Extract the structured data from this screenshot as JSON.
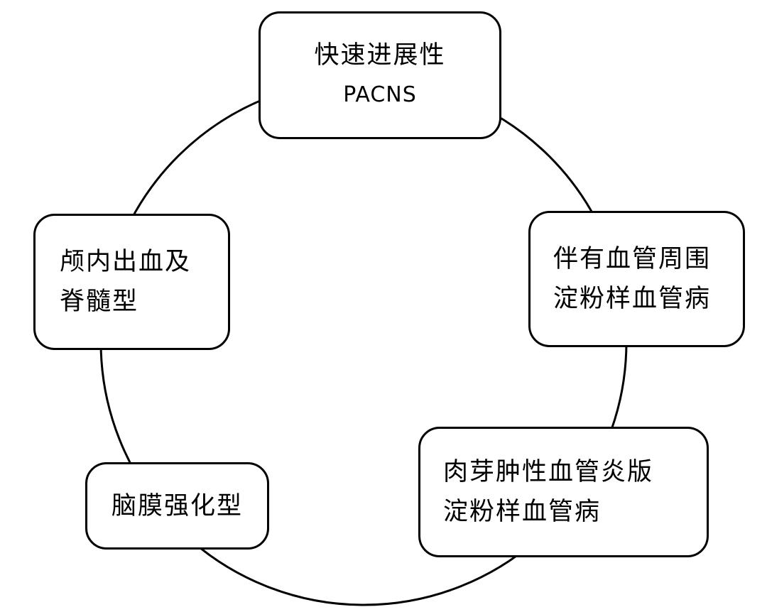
{
  "diagram": {
    "nodes": [
      {
        "id": "top",
        "lines": [
          "快速进展性",
          "PACNS"
        ]
      },
      {
        "id": "right",
        "lines": [
          "伴有血管周围",
          "淀粉样血管病"
        ]
      },
      {
        "id": "bottom-right",
        "lines": [
          "肉芽肿性血管炎版",
          "淀粉样血管病"
        ]
      },
      {
        "id": "bottom-left",
        "lines": [
          "脑膜强化型"
        ]
      },
      {
        "id": "left",
        "lines": [
          "颅内出血及",
          "脊髓型"
        ]
      }
    ],
    "colors": {
      "stroke": "#000000",
      "fill": "#ffffff",
      "text": "#000000"
    }
  }
}
